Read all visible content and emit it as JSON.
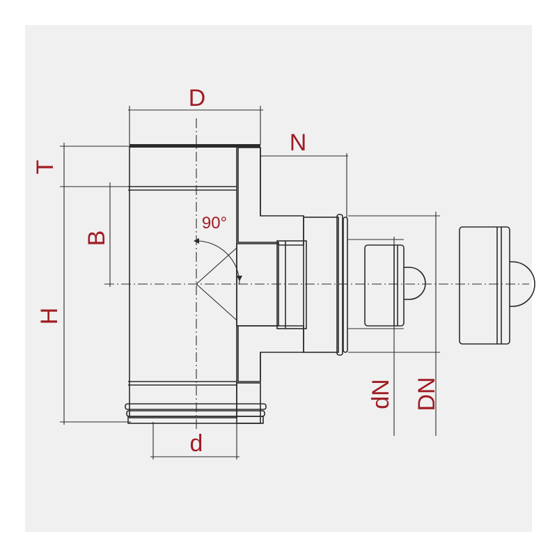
{
  "diagram": {
    "labels": {
      "D": "D",
      "N": "N",
      "T": "T",
      "B": "B",
      "H": "H",
      "d": "d",
      "dN": "dN",
      "DN": "DN",
      "angle": "90°"
    },
    "colors": {
      "label": "#a01c24",
      "line": "#2a2a2a",
      "panel": "#f0f0f0",
      "insulation": "#e6e6e6"
    }
  }
}
